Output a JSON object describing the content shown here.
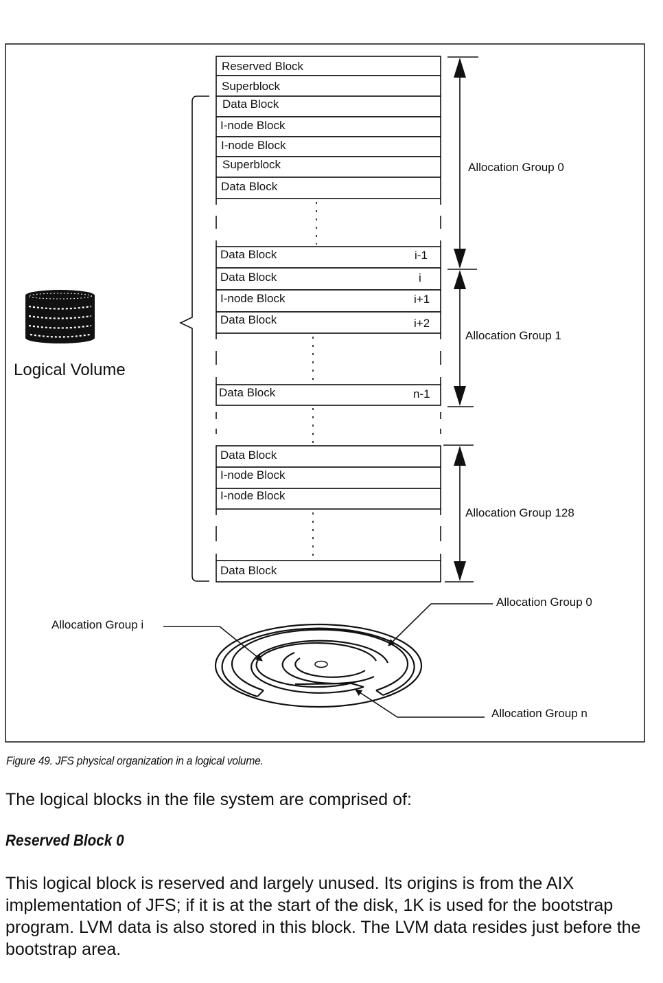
{
  "figure": {
    "blocks": [
      {
        "label": "Reserved Block",
        "index": ""
      },
      {
        "label": "Superblock",
        "index": ""
      },
      {
        "label": "Data Block",
        "index": ""
      },
      {
        "label": "I-node Block",
        "index": ""
      },
      {
        "label": "I-node Block",
        "index": ""
      },
      {
        "label": "Superblock",
        "index": ""
      },
      {
        "label": "Data Block",
        "index": ""
      },
      {
        "label": "Data Block",
        "index": "i-1"
      },
      {
        "label": "Data Block",
        "index": "i"
      },
      {
        "label": "I-node Block",
        "index": "i+1"
      },
      {
        "label": "Data Block",
        "index": "i+2"
      },
      {
        "label": "Data Block",
        "index": "n-1"
      },
      {
        "label": "Data Block",
        "index": ""
      },
      {
        "label": "I-node Block",
        "index": ""
      },
      {
        "label": "I-node Block",
        "index": ""
      },
      {
        "label": "Data Block",
        "index": ""
      }
    ],
    "group_labels": [
      "Allocation Group 0",
      "Allocation Group 1",
      "Allocation Group 128"
    ],
    "volume_label": "Logical Volume",
    "disk_labels": {
      "group_i": "Allocation Group i",
      "group_0": "Allocation Group 0",
      "group_n": "Allocation Group n"
    }
  },
  "caption": "Figure 49.  JFS physical organization in a logical volume.",
  "intro": "The logical blocks in the file system are comprised of:",
  "section": {
    "heading": "Reserved Block 0",
    "paragraph": "This logical block is reserved and largely unused. Its origins is from the AIX implementation of JFS; if it is at the start of the disk, 1K is used for the bootstrap program. LVM data is also stored in this block. The LVM data resides just before the bootstrap area."
  }
}
